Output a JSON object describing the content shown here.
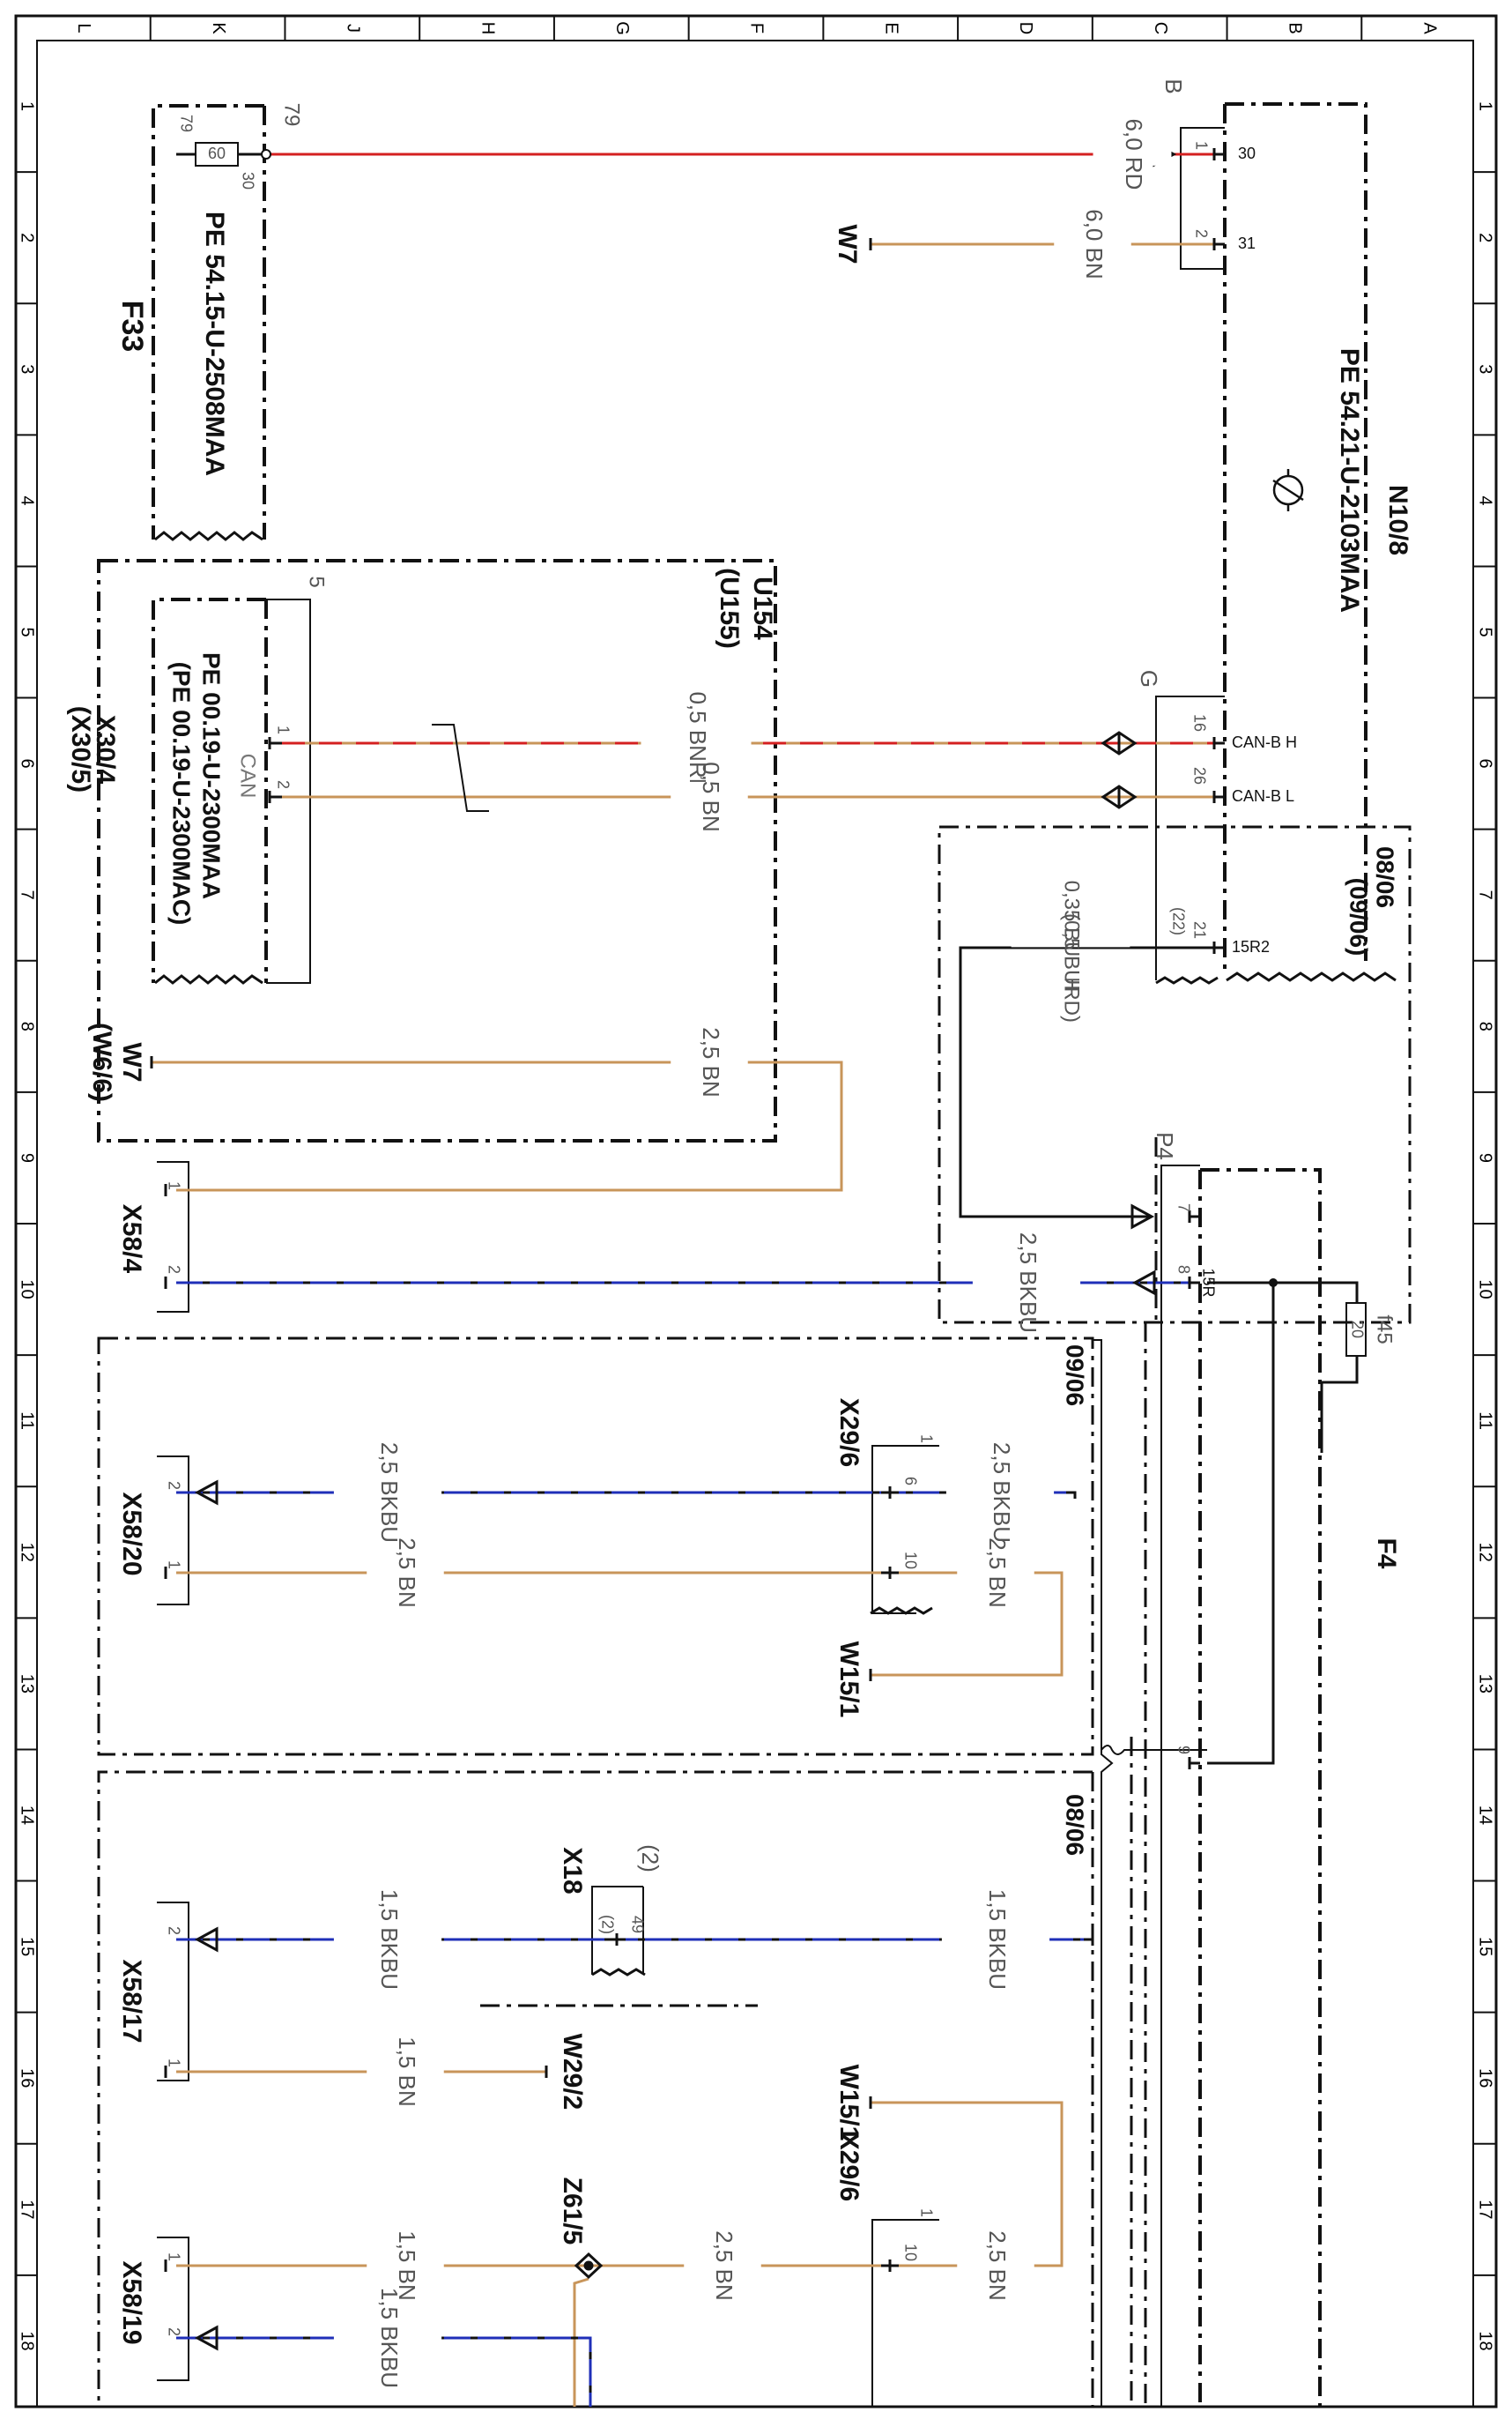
{
  "colors": {
    "red": "#d42020",
    "brown": "#c8955a",
    "blue": "#1f2fb8",
    "black": "#111111",
    "grey": "#8a8a8a",
    "paper": "#ffffff"
  },
  "frame": {
    "columns": [
      "L",
      "K",
      "J",
      "H",
      "G",
      "F",
      "E",
      "D",
      "C",
      "B",
      "A"
    ],
    "rows": [
      "1",
      "2",
      "3",
      "4",
      "5",
      "6",
      "7",
      "8",
      "9",
      "10",
      "11",
      "12",
      "13",
      "14",
      "15",
      "16",
      "17",
      "18"
    ]
  },
  "components": {
    "f33": {
      "id": "F33",
      "ref": "PE 54.15-U-2508MAA",
      "pin_in": "79",
      "pin_out": "30",
      "pin_top": "79",
      "fuse": "60"
    },
    "n10": {
      "id": "N10/8",
      "ref": "PE 54.21-U-2103MAA",
      "pin_30": "30",
      "pin_31": "31",
      "pin_canh": "CAN-B H",
      "pin_canl": "CAN-B L",
      "pin_15r2": "15R2"
    },
    "u154": {
      "id": "U154",
      "alt": "(U155)"
    },
    "x30": {
      "id": "X30/4",
      "alt": "(X30/5)",
      "ref1": "PE 00.19-U-2300MAA",
      "ref2": "(PE 00.19-U-2300MAC)",
      "label": "CAN",
      "pin1": "1",
      "pin2": "2",
      "num": "5"
    },
    "x58_4": {
      "id": "X58/4",
      "p1": "1",
      "p2": "2"
    },
    "x58_20": {
      "id": "X58/20",
      "p1": "1",
      "p2": "2"
    },
    "x58_17": {
      "id": "X58/17",
      "p1": "1",
      "p2": "2"
    },
    "x58_19": {
      "id": "X58/19",
      "p1": "1",
      "p2": "2"
    },
    "x29_6a": {
      "id": "X29/6",
      "p1": "6",
      "p2": "10",
      "num": "1"
    },
    "x29_6b": {
      "id": "X29/6",
      "p1": "10",
      "num": "1"
    },
    "x18": {
      "id": "X18",
      "alt": "(2)",
      "p1": "49",
      "p2": "(2)"
    },
    "z61": {
      "id": "Z61/5"
    },
    "w15_1a": {
      "id": "W15/1"
    },
    "w15_1b": {
      "id": "W15/1"
    },
    "w29_2": {
      "id": "W29/2"
    },
    "w7a": {
      "id": "W7"
    },
    "w7b": {
      "id": "W7",
      "alt": "(W6/6)"
    },
    "f4": {
      "id": "F4",
      "fuse_id": "f45",
      "fuse": "20",
      "p7": "7",
      "p8": "8",
      "p9": "9",
      "pin_15r": "15R"
    },
    "connectors": {
      "B": "B",
      "G": "G",
      "P4": "P4",
      "g16": "16",
      "g26": "26",
      "g21": "21",
      "g22": "(22)",
      "b1": "1",
      "b2": "2"
    },
    "refs": {
      "r1": "08/06",
      "r1b": "(09/06)",
      "r2": "09/06",
      "r3": "08/06"
    }
  },
  "wires": {
    "w1": "6,0 RD",
    "w2": "6,0 BN",
    "w3": "0,5 BNRD",
    "w4": "0,5 BN",
    "w5a": "0,35 BUWH",
    "w5b": "(0,5 BURD)",
    "w6": "2,5 BN",
    "w7": "2,5 BKBU",
    "w8": "2,5 BKBU",
    "w9": "2,5 BKBU",
    "w10": "2,5 BN",
    "w11": "2,5 BN",
    "w12": "1,5 BKBU",
    "w13": "1,5 BKBU",
    "w14": "1,5 BN",
    "w15": "1,5 BN",
    "w16": "2,5 BN",
    "w17": "2,5 BN",
    "w18": "1,5 BKBU"
  }
}
